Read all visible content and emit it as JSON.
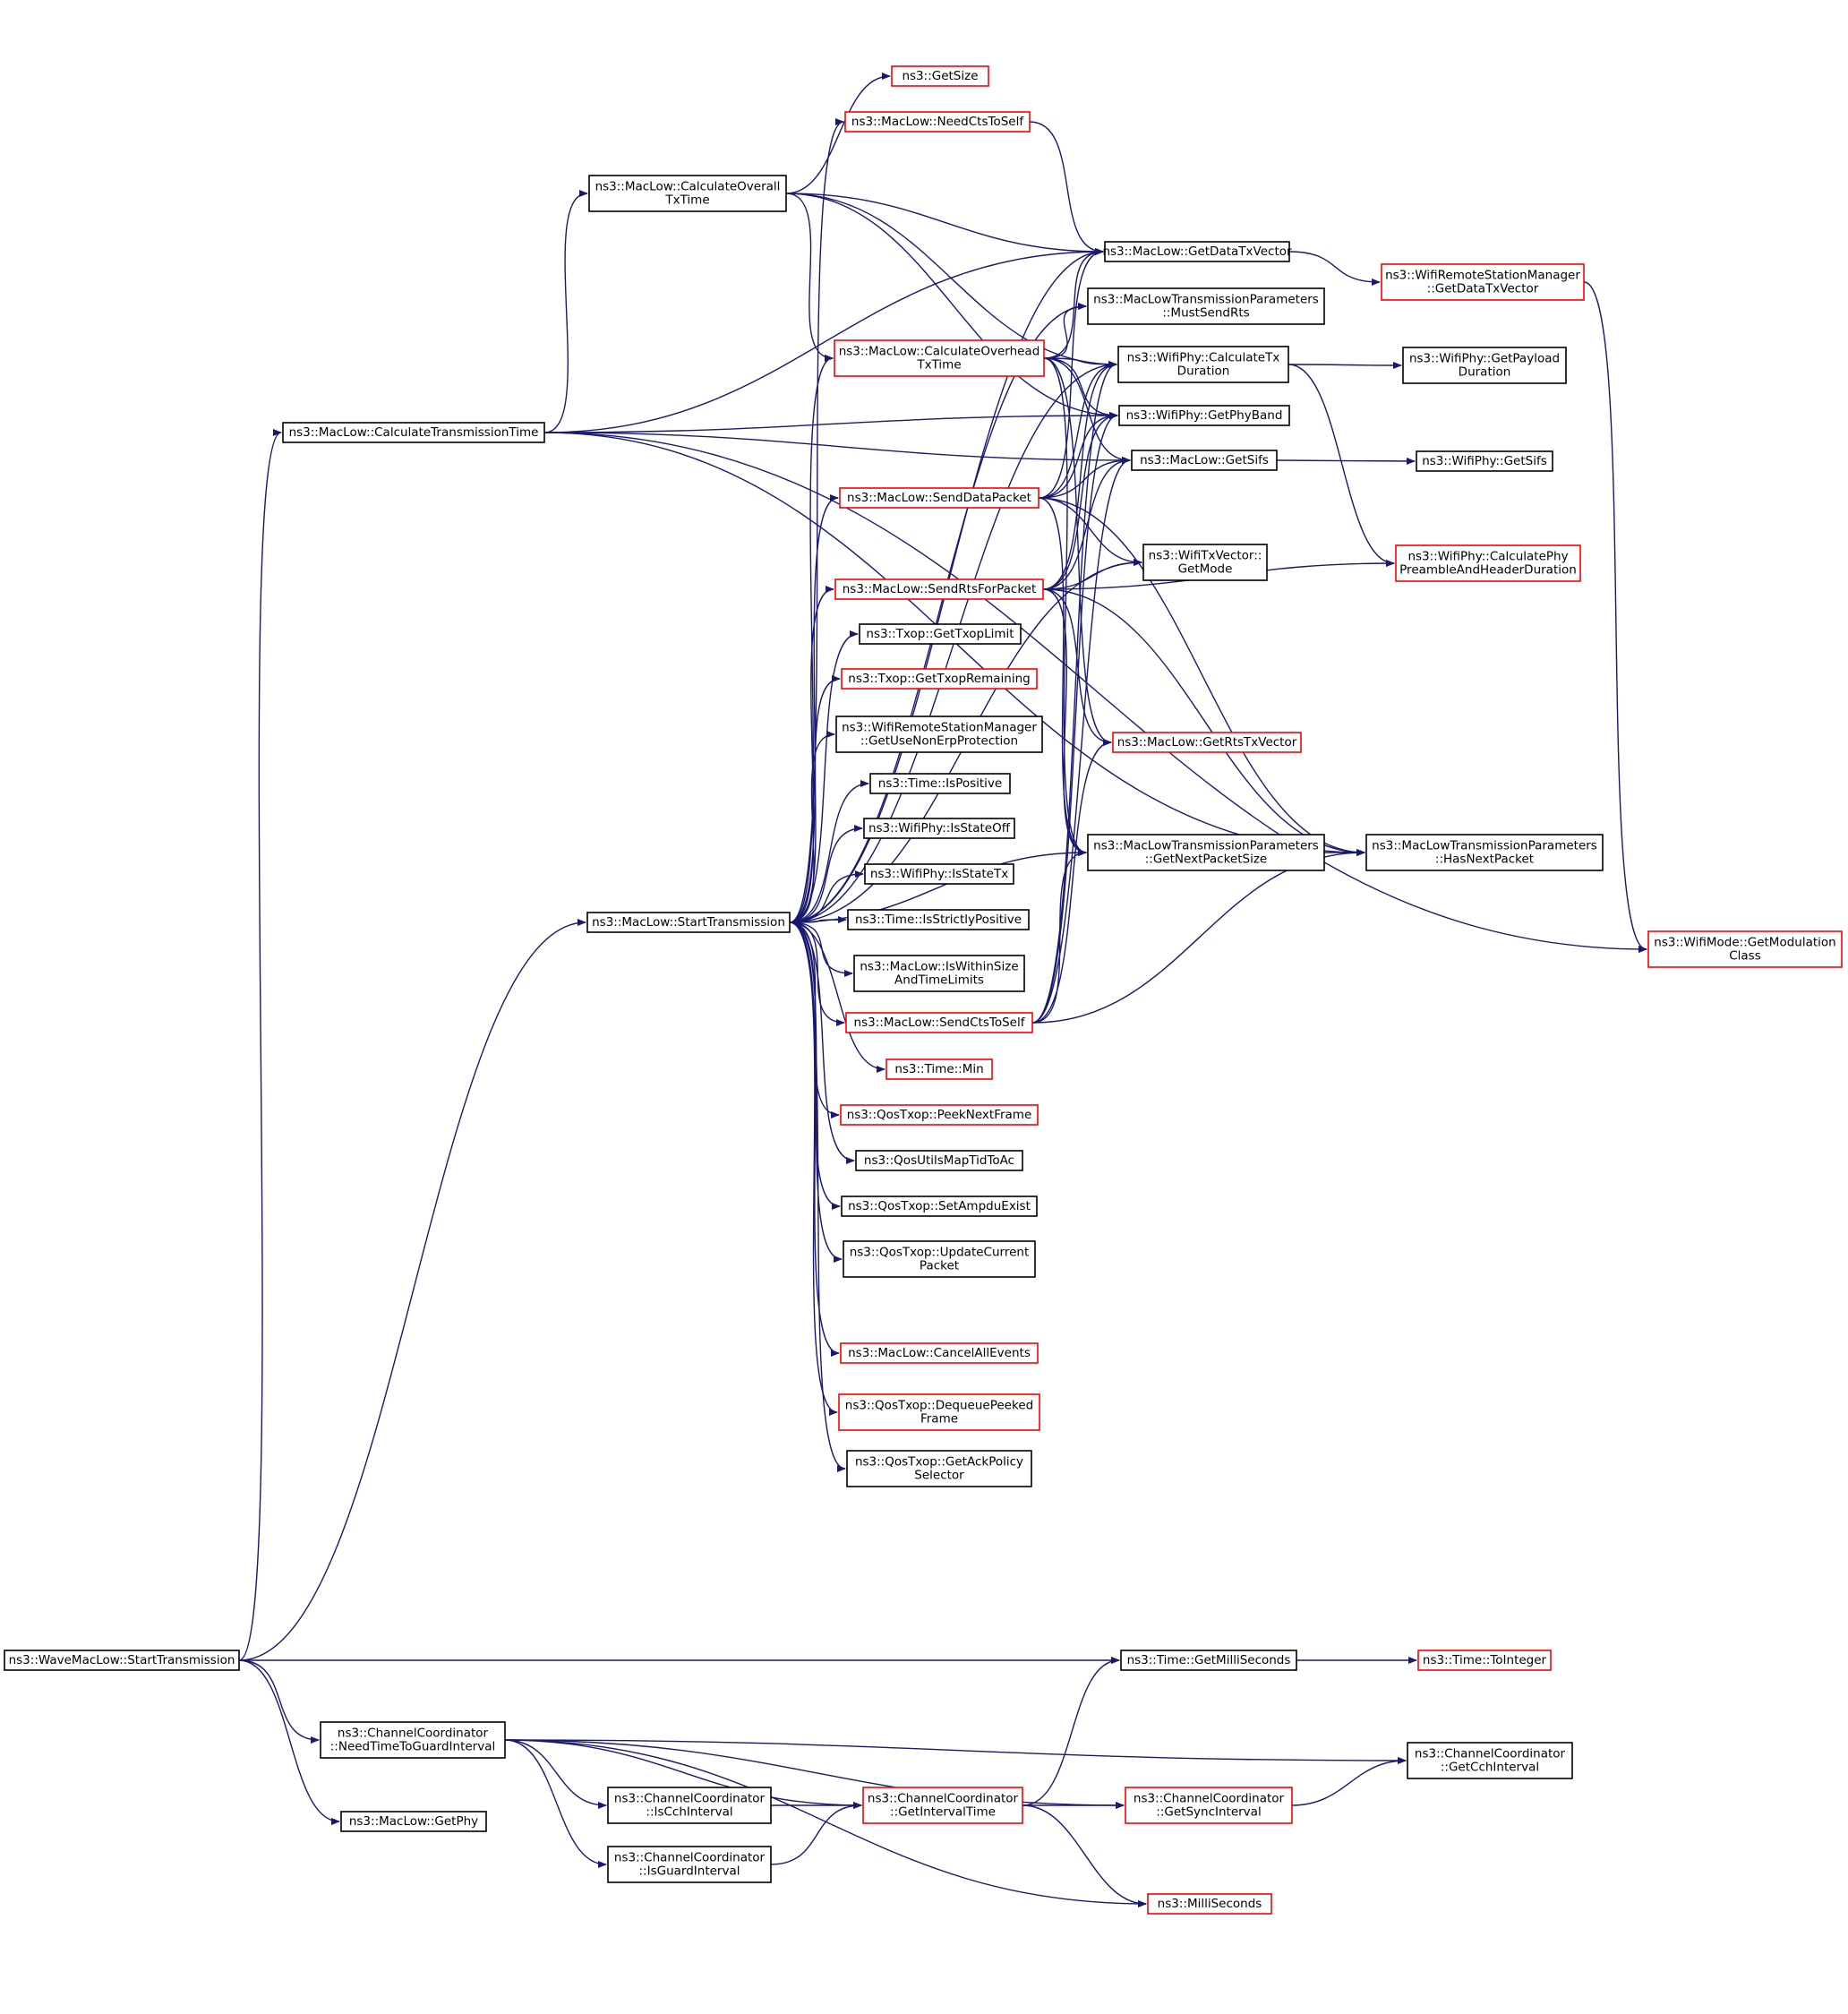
{
  "colors": {
    "edge": "#191970",
    "node_border_documented": "#000000",
    "node_border_undocumented": "#ff0000",
    "root_fill": "#bfbfbf",
    "background": "#ffffff"
  },
  "nodes": [
    {
      "id": "root",
      "lines": [
        "ns3::WaveMacLow::StartTransmission"
      ],
      "style": "root"
    },
    {
      "id": "calcTransTime",
      "lines": [
        "ns3::MacLow::CalculateTransmissionTime"
      ],
      "style": "black"
    },
    {
      "id": "calcOverall",
      "lines": [
        "ns3::MacLow::CalculateOverall",
        "TxTime"
      ],
      "style": "black"
    },
    {
      "id": "startTrans",
      "lines": [
        "ns3::MacLow::StartTransmission"
      ],
      "style": "black"
    },
    {
      "id": "needTime",
      "lines": [
        "ns3::ChannelCoordinator",
        "::NeedTimeToGuardInterval"
      ],
      "style": "black"
    },
    {
      "id": "getPhy",
      "lines": [
        "ns3::MacLow::GetPhy"
      ],
      "style": "black"
    },
    {
      "id": "getSize",
      "lines": [
        "ns3::GetSize"
      ],
      "style": "red"
    },
    {
      "id": "needCts",
      "lines": [
        "ns3::MacLow::NeedCtsToSelf"
      ],
      "style": "red"
    },
    {
      "id": "calcOverhead",
      "lines": [
        "ns3::MacLow::CalculateOverhead",
        "TxTime"
      ],
      "style": "red"
    },
    {
      "id": "sendData",
      "lines": [
        "ns3::MacLow::SendDataPacket"
      ],
      "style": "red"
    },
    {
      "id": "sendRts",
      "lines": [
        "ns3::MacLow::SendRtsForPacket"
      ],
      "style": "red"
    },
    {
      "id": "txopLimit",
      "lines": [
        "ns3::Txop::GetTxopLimit"
      ],
      "style": "black"
    },
    {
      "id": "txopRemain",
      "lines": [
        "ns3::Txop::GetTxopRemaining"
      ],
      "style": "red"
    },
    {
      "id": "useNonErp",
      "lines": [
        "ns3::WifiRemoteStationManager",
        "::GetUseNonErpProtection"
      ],
      "style": "black"
    },
    {
      "id": "isPositive",
      "lines": [
        "ns3::Time::IsPositive"
      ],
      "style": "black"
    },
    {
      "id": "isStateOff",
      "lines": [
        "ns3::WifiPhy::IsStateOff"
      ],
      "style": "black"
    },
    {
      "id": "isStateTx",
      "lines": [
        "ns3::WifiPhy::IsStateTx"
      ],
      "style": "black"
    },
    {
      "id": "isStrictly",
      "lines": [
        "ns3::Time::IsStrictlyPositive"
      ],
      "style": "black"
    },
    {
      "id": "withinSize",
      "lines": [
        "ns3::MacLow::IsWithinSize",
        "AndTimeLimits"
      ],
      "style": "black"
    },
    {
      "id": "sendCts",
      "lines": [
        "ns3::MacLow::SendCtsToSelf"
      ],
      "style": "red"
    },
    {
      "id": "timeMin",
      "lines": [
        "ns3::Time::Min"
      ],
      "style": "red"
    },
    {
      "id": "peekNext",
      "lines": [
        "ns3::QosTxop::PeekNextFrame"
      ],
      "style": "red"
    },
    {
      "id": "mapTid",
      "lines": [
        "ns3::QosUtilsMapTidToAc"
      ],
      "style": "black"
    },
    {
      "id": "setAmpdu",
      "lines": [
        "ns3::QosTxop::SetAmpduExist"
      ],
      "style": "black"
    },
    {
      "id": "updateCurrent",
      "lines": [
        "ns3::QosTxop::UpdateCurrent",
        "Packet"
      ],
      "style": "black"
    },
    {
      "id": "cancelAll",
      "lines": [
        "ns3::MacLow::CancelAllEvents"
      ],
      "style": "red"
    },
    {
      "id": "dequeuePeeked",
      "lines": [
        "ns3::QosTxop::DequeuePeeked",
        "Frame"
      ],
      "style": "red"
    },
    {
      "id": "ackPolicy",
      "lines": [
        "ns3::QosTxop::GetAckPolicy",
        "Selector"
      ],
      "style": "black"
    },
    {
      "id": "getDataTx",
      "lines": [
        "ns3::MacLow::GetDataTxVector"
      ],
      "style": "black"
    },
    {
      "id": "mustSendRts",
      "lines": [
        "ns3::MacLowTransmissionParameters",
        "::MustSendRts"
      ],
      "style": "black"
    },
    {
      "id": "calcTxDur",
      "lines": [
        "ns3::WifiPhy::CalculateTx",
        "Duration"
      ],
      "style": "black"
    },
    {
      "id": "getPhyBand",
      "lines": [
        "ns3::WifiPhy::GetPhyBand"
      ],
      "style": "black"
    },
    {
      "id": "getSifs",
      "lines": [
        "ns3::MacLow::GetSifs"
      ],
      "style": "black"
    },
    {
      "id": "getMode",
      "lines": [
        "ns3::WifiTxVector::",
        "GetMode"
      ],
      "style": "black"
    },
    {
      "id": "getRtsTx",
      "lines": [
        "ns3::MacLow::GetRtsTxVector"
      ],
      "style": "red"
    },
    {
      "id": "nextPktSize",
      "lines": [
        "ns3::MacLowTransmissionParameters",
        "::GetNextPacketSize"
      ],
      "style": "black"
    },
    {
      "id": "rsmDataTx",
      "lines": [
        "ns3::WifiRemoteStationManager",
        "::GetDataTxVector"
      ],
      "style": "red"
    },
    {
      "id": "payloadDur",
      "lines": [
        "ns3::WifiPhy::GetPayload",
        "Duration"
      ],
      "style": "black"
    },
    {
      "id": "phySifs",
      "lines": [
        "ns3::WifiPhy::GetSifs"
      ],
      "style": "black"
    },
    {
      "id": "preamble",
      "lines": [
        "ns3::WifiPhy::CalculatePhy",
        "PreambleAndHeaderDuration"
      ],
      "style": "red"
    },
    {
      "id": "hasNext",
      "lines": [
        "ns3::MacLowTransmissionParameters",
        "::HasNextPacket"
      ],
      "style": "black"
    },
    {
      "id": "modClass",
      "lines": [
        "ns3::WifiMode::GetModulation",
        "Class"
      ],
      "style": "red"
    },
    {
      "id": "getMilli",
      "lines": [
        "ns3::Time::GetMilliSeconds"
      ],
      "style": "black"
    },
    {
      "id": "toInteger",
      "lines": [
        "ns3::Time::ToInteger"
      ],
      "style": "red"
    },
    {
      "id": "isCch",
      "lines": [
        "ns3::ChannelCoordinator",
        "::IsCchInterval"
      ],
      "style": "black"
    },
    {
      "id": "isGuard",
      "lines": [
        "ns3::ChannelCoordinator",
        "::IsGuardInterval"
      ],
      "style": "black"
    },
    {
      "id": "getInterval",
      "lines": [
        "ns3::ChannelCoordinator",
        "::GetIntervalTime"
      ],
      "style": "red"
    },
    {
      "id": "getSync",
      "lines": [
        "ns3::ChannelCoordinator",
        "::GetSyncInterval"
      ],
      "style": "red"
    },
    {
      "id": "getCch",
      "lines": [
        "ns3::ChannelCoordinator",
        "::GetCchInterval"
      ],
      "style": "black"
    },
    {
      "id": "milliSec",
      "lines": [
        "ns3::MilliSeconds"
      ],
      "style": "red"
    }
  ],
  "edges": [
    [
      "root",
      "calcTransTime"
    ],
    [
      "root",
      "startTrans"
    ],
    [
      "root",
      "getMilli"
    ],
    [
      "root",
      "needTime"
    ],
    [
      "root",
      "getPhy"
    ],
    [
      "calcTransTime",
      "calcOverall"
    ],
    [
      "calcTransTime",
      "getDataTx"
    ],
    [
      "calcTransTime",
      "getPhyBand"
    ],
    [
      "calcTransTime",
      "getSifs"
    ],
    [
      "calcTransTime",
      "hasNext"
    ],
    [
      "calcTransTime",
      "modClass"
    ],
    [
      "calcOverall",
      "getSize"
    ],
    [
      "calcOverall",
      "getDataTx"
    ],
    [
      "calcOverall",
      "calcOverhead"
    ],
    [
      "calcOverall",
      "calcTxDur"
    ],
    [
      "calcOverall",
      "getPhyBand"
    ],
    [
      "calcOverhead",
      "getDataTx"
    ],
    [
      "calcOverhead",
      "mustSendRts"
    ],
    [
      "calcOverhead",
      "calcTxDur"
    ],
    [
      "calcOverhead",
      "getPhyBand"
    ],
    [
      "calcOverhead",
      "getSifs"
    ],
    [
      "calcOverhead",
      "getRtsTx"
    ],
    [
      "calcOverhead",
      "nextPktSize"
    ],
    [
      "startTrans",
      "needCts"
    ],
    [
      "startTrans",
      "calcOverhead"
    ],
    [
      "startTrans",
      "getDataTx"
    ],
    [
      "startTrans",
      "mustSendRts"
    ],
    [
      "startTrans",
      "sendData"
    ],
    [
      "startTrans",
      "getMode"
    ],
    [
      "startTrans",
      "sendRts"
    ],
    [
      "startTrans",
      "txopLimit"
    ],
    [
      "startTrans",
      "txopRemain"
    ],
    [
      "startTrans",
      "useNonErp"
    ],
    [
      "startTrans",
      "isPositive"
    ],
    [
      "startTrans",
      "isStateOff"
    ],
    [
      "startTrans",
      "isStateTx"
    ],
    [
      "startTrans",
      "isStrictly"
    ],
    [
      "startTrans",
      "withinSize"
    ],
    [
      "startTrans",
      "sendCts"
    ],
    [
      "startTrans",
      "timeMin"
    ],
    [
      "startTrans",
      "peekNext"
    ],
    [
      "startTrans",
      "mapTid"
    ],
    [
      "startTrans",
      "setAmpdu"
    ],
    [
      "startTrans",
      "updateCurrent"
    ],
    [
      "startTrans",
      "cancelAll"
    ],
    [
      "startTrans",
      "dequeuePeeked"
    ],
    [
      "startTrans",
      "ackPolicy"
    ],
    [
      "startTrans",
      "nextPktSize"
    ],
    [
      "startTrans",
      "calcTxDur"
    ],
    [
      "needCts",
      "getDataTx"
    ],
    [
      "sendData",
      "getDataTx"
    ],
    [
      "sendData",
      "calcTxDur"
    ],
    [
      "sendData",
      "getPhyBand"
    ],
    [
      "sendData",
      "getSifs"
    ],
    [
      "sendData",
      "getMode"
    ],
    [
      "sendData",
      "hasNext"
    ],
    [
      "sendData",
      "nextPktSize"
    ],
    [
      "sendRts",
      "calcTxDur"
    ],
    [
      "sendRts",
      "getPhyBand"
    ],
    [
      "sendRts",
      "getSifs"
    ],
    [
      "sendRts",
      "getMode"
    ],
    [
      "sendRts",
      "preamble"
    ],
    [
      "sendRts",
      "getRtsTx"
    ],
    [
      "sendRts",
      "nextPktSize"
    ],
    [
      "sendRts",
      "hasNext"
    ],
    [
      "sendCts",
      "calcTxDur"
    ],
    [
      "sendCts",
      "getPhyBand"
    ],
    [
      "sendCts",
      "getSifs"
    ],
    [
      "sendCts",
      "getRtsTx"
    ],
    [
      "sendCts",
      "nextPktSize"
    ],
    [
      "sendCts",
      "hasNext"
    ],
    [
      "getDataTx",
      "rsmDataTx"
    ],
    [
      "rsmDataTx",
      "modClass"
    ],
    [
      "calcTxDur",
      "payloadDur"
    ],
    [
      "calcTxDur",
      "preamble"
    ],
    [
      "getSifs",
      "phySifs"
    ],
    [
      "nextPktSize",
      "hasNext"
    ],
    [
      "getMilli",
      "toInteger"
    ],
    [
      "needTime",
      "getCch"
    ],
    [
      "needTime",
      "getInterval"
    ],
    [
      "needTime",
      "isCch"
    ],
    [
      "needTime",
      "isGuard"
    ],
    [
      "needTime",
      "getSync"
    ],
    [
      "needTime",
      "milliSec"
    ],
    [
      "isCch",
      "getInterval"
    ],
    [
      "isGuard",
      "getInterval"
    ],
    [
      "getInterval",
      "getMilli"
    ],
    [
      "getInterval",
      "getSync"
    ],
    [
      "getInterval",
      "milliSec"
    ],
    [
      "getSync",
      "getCch"
    ]
  ]
}
